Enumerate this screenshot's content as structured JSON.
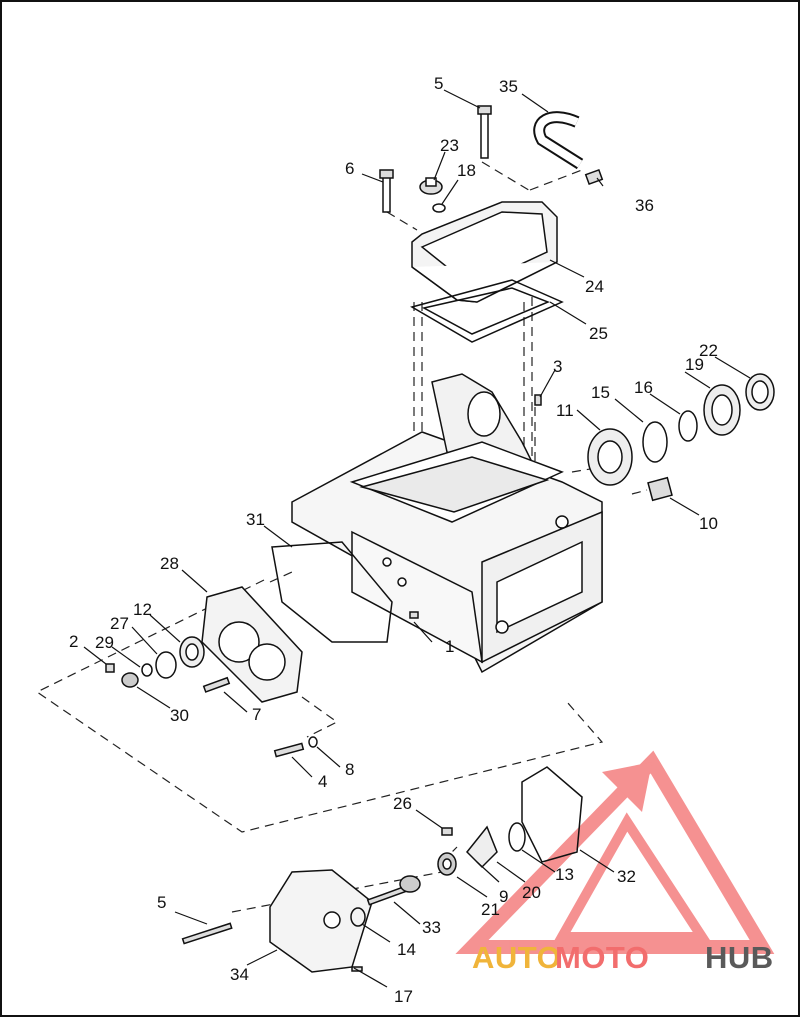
{
  "diagram": {
    "part_labels": [
      {
        "id": "p1",
        "text": "1"
      },
      {
        "id": "p2",
        "text": "2"
      },
      {
        "id": "p3",
        "text": "3"
      },
      {
        "id": "p4",
        "text": "4"
      },
      {
        "id": "p5a",
        "text": "5"
      },
      {
        "id": "p5b",
        "text": "5"
      },
      {
        "id": "p6",
        "text": "6"
      },
      {
        "id": "p7",
        "text": "7"
      },
      {
        "id": "p8",
        "text": "8"
      },
      {
        "id": "p9",
        "text": "9"
      },
      {
        "id": "p10",
        "text": "10"
      },
      {
        "id": "p11",
        "text": "11"
      },
      {
        "id": "p12",
        "text": "12"
      },
      {
        "id": "p13",
        "text": "13"
      },
      {
        "id": "p14",
        "text": "14"
      },
      {
        "id": "p15",
        "text": "15"
      },
      {
        "id": "p16",
        "text": "16"
      },
      {
        "id": "p17",
        "text": "17"
      },
      {
        "id": "p18",
        "text": "18"
      },
      {
        "id": "p19",
        "text": "19"
      },
      {
        "id": "p20",
        "text": "20"
      },
      {
        "id": "p21",
        "text": "21"
      },
      {
        "id": "p22",
        "text": "22"
      },
      {
        "id": "p23",
        "text": "23"
      },
      {
        "id": "p24",
        "text": "24"
      },
      {
        "id": "p25",
        "text": "25"
      },
      {
        "id": "p26",
        "text": "26"
      },
      {
        "id": "p27",
        "text": "27"
      },
      {
        "id": "p28",
        "text": "28"
      },
      {
        "id": "p29",
        "text": "29"
      },
      {
        "id": "p30",
        "text": "30"
      },
      {
        "id": "p31",
        "text": "31"
      },
      {
        "id": "p32",
        "text": "32"
      },
      {
        "id": "p33",
        "text": "33"
      },
      {
        "id": "p34",
        "text": "34"
      },
      {
        "id": "p35",
        "text": "35"
      },
      {
        "id": "p36",
        "text": "36"
      }
    ]
  },
  "watermark": {
    "part1": "AUTO",
    "part2": "MOTO",
    "part3": "HUB",
    "color_gold": "#f0b43a",
    "color_red": "#f26d6d",
    "color_gray": "#5a5a5a"
  }
}
